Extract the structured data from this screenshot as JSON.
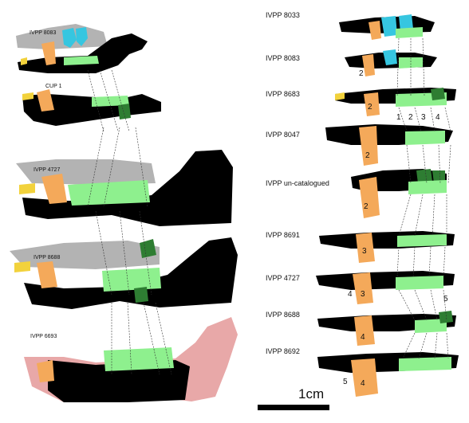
{
  "left_panel": {
    "specimens": [
      {
        "label": "IVPP 8083"
      },
      {
        "label": "CUP 1"
      },
      {
        "label": "IVPP 4727"
      },
      {
        "label": "IVPP 8688"
      },
      {
        "label": "IVPP 6693"
      }
    ]
  },
  "right_panel": {
    "specimens": [
      {
        "label": "IVPP 8033",
        "numbers": []
      },
      {
        "label": "IVPP 8083",
        "numbers": [
          "2"
        ]
      },
      {
        "label": "IVPP 8683",
        "numbers": [
          "2",
          "1",
          "2",
          "3",
          "4"
        ]
      },
      {
        "label": "IVPP 8047",
        "numbers": [
          "2"
        ]
      },
      {
        "label": "IVPP un-catalogued",
        "numbers": [
          "2"
        ]
      },
      {
        "label": "IVPP 8691",
        "numbers": [
          "3"
        ]
      },
      {
        "label": "IVPP 4727",
        "numbers": [
          "4",
          "3",
          "5"
        ]
      },
      {
        "label": "IVPP 8688",
        "numbers": [
          "4"
        ]
      },
      {
        "label": "IVPP 8692",
        "numbers": [
          "5",
          "4"
        ]
      }
    ]
  },
  "scale_bar": {
    "label": "1cm"
  },
  "colors": {
    "bone": "#000000",
    "maxilla": "#b3b3b3",
    "tusk": "#f4a95a",
    "molar": "#8ef08e",
    "molar_dark": "#2e7d32",
    "upper_tooth": "#36c6e0",
    "incisor": "#f2d23c",
    "restored": "#e8a8a8"
  }
}
